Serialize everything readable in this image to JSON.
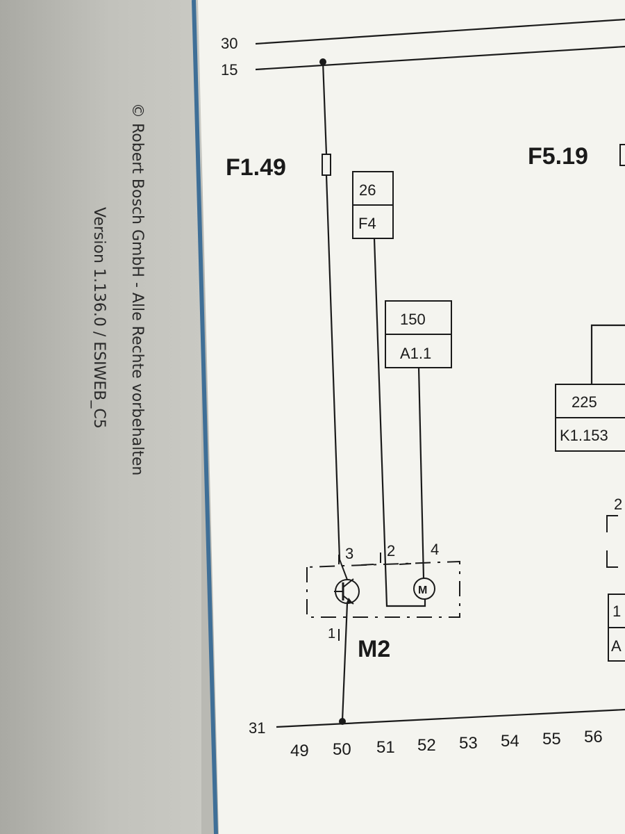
{
  "margin": {
    "copyright": "© Robert Bosch GmbH - Alle Rechte vorbehalten",
    "version": "Version 1.136.0 / ESIWEB_C5"
  },
  "rails": {
    "top_30": "30",
    "top_15": "15",
    "ground_31": "31"
  },
  "fuses": {
    "left": "F1.49",
    "right": "F5.19"
  },
  "connectors": {
    "c1": {
      "pin": "26",
      "id": "F4"
    },
    "c2": {
      "pin": "150",
      "id": "A1.1"
    },
    "c3": {
      "pin": "225",
      "id": "K1.153"
    },
    "c4_pin_fragment": "2",
    "c5_pin_fragment": "1",
    "c5_id_fragment": "A"
  },
  "component": {
    "name": "M2",
    "pins": [
      "3",
      "2",
      "4",
      "1"
    ],
    "motor_symbol": "M"
  },
  "grid_columns": [
    "49",
    "50",
    "51",
    "52",
    "53",
    "54",
    "55",
    "56"
  ],
  "colors": {
    "paper": "#f4f4ef",
    "ink": "#1a1a1a",
    "border_blue": "#3f6f97",
    "margin_bg": "#bdbdb7"
  }
}
